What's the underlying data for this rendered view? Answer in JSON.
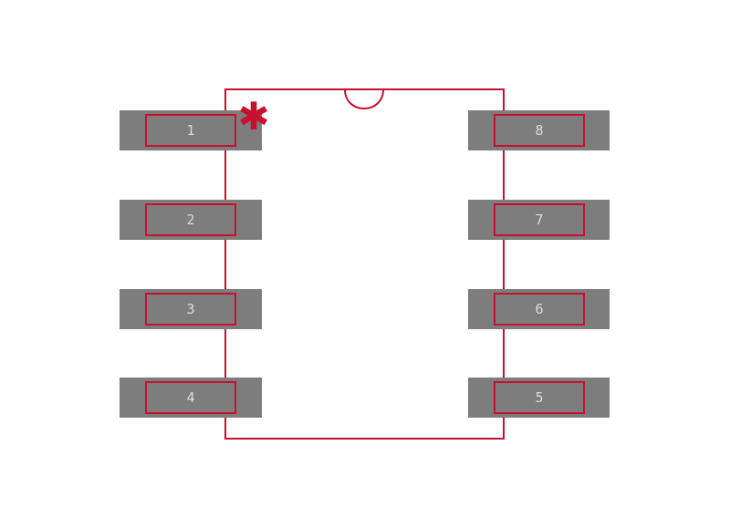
{
  "colors": {
    "accent": "#c8102e",
    "pad": "#7d7d7d",
    "pin_label": "#dcdcdc",
    "background": "#ffffff"
  },
  "pin1_marker": "✱",
  "pads": {
    "left": [
      {
        "number": "1"
      },
      {
        "number": "2"
      },
      {
        "number": "3"
      },
      {
        "number": "4"
      }
    ],
    "right": [
      {
        "number": "8"
      },
      {
        "number": "7"
      },
      {
        "number": "6"
      },
      {
        "number": "5"
      }
    ]
  }
}
